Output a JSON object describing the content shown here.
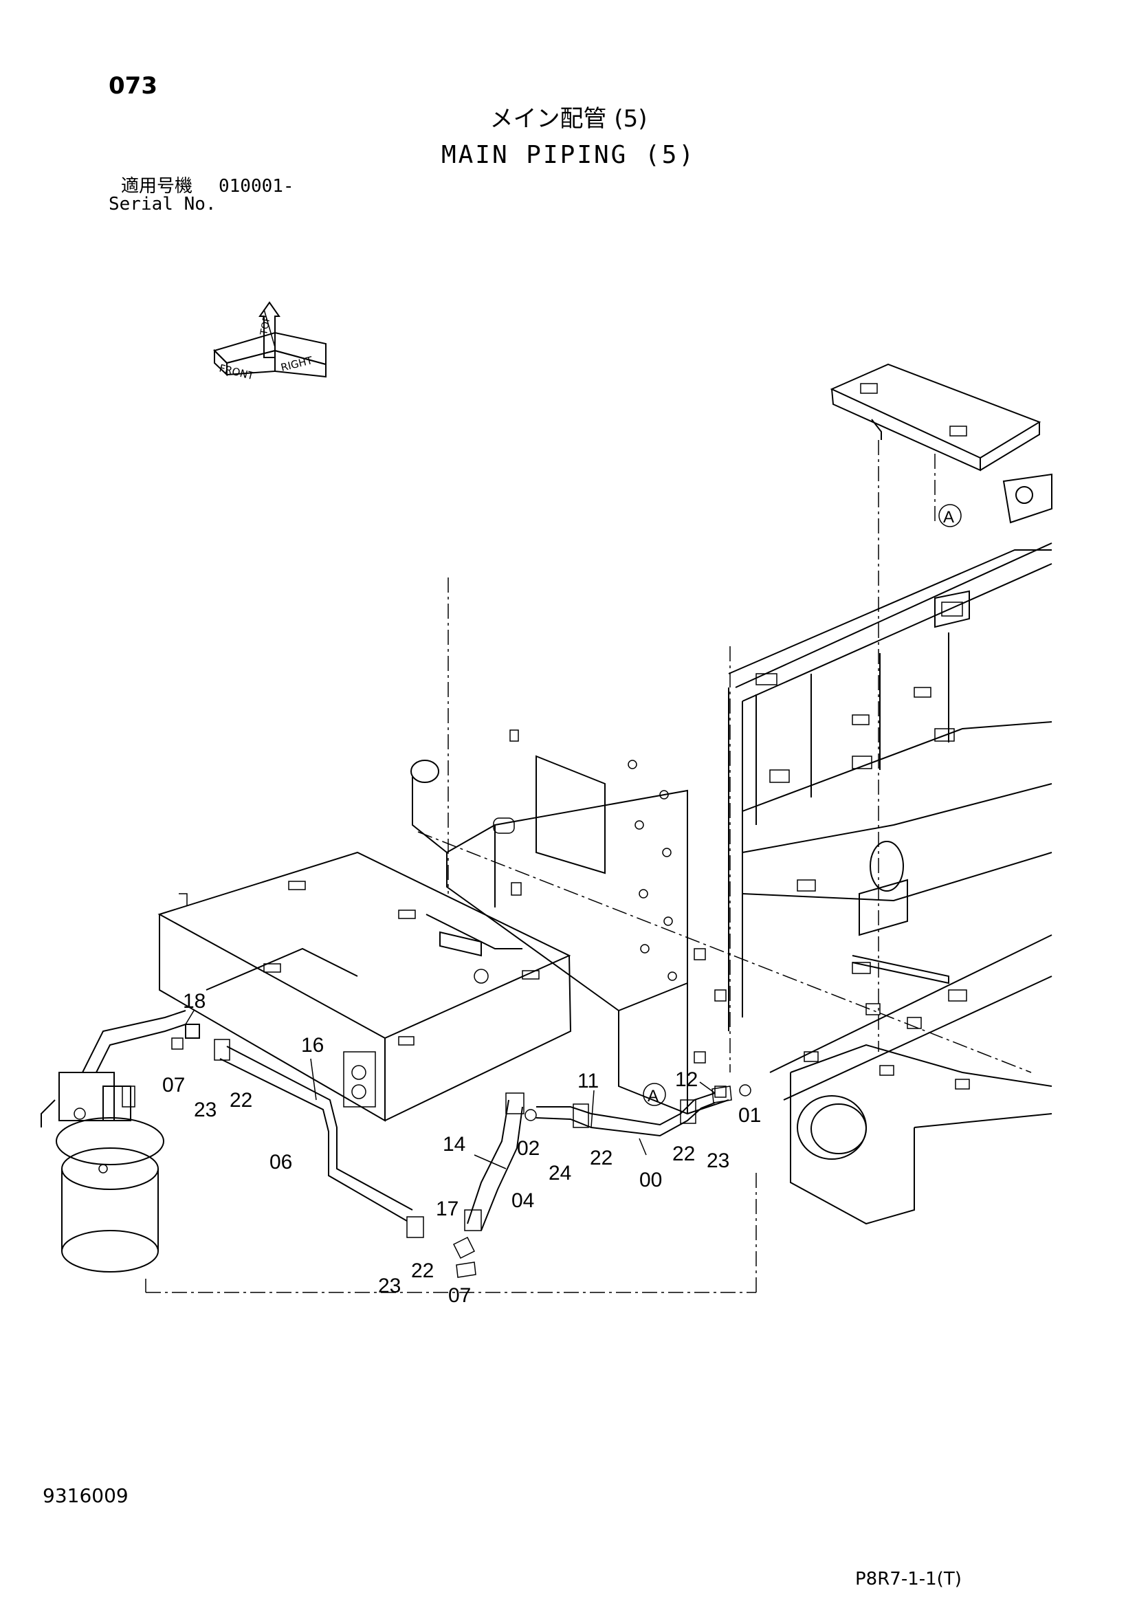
{
  "header": {
    "page_number": "073",
    "title_ja": "メイン配管 (5)",
    "title_en": "MAIN PIPING (5)",
    "serial_label_ja": "適用号機",
    "serial_label_en": "Serial No.",
    "serial_value": "010001-"
  },
  "orientation_icon": {
    "labels": [
      "TOP",
      "FRONT",
      "RIGHT"
    ]
  },
  "diagram": {
    "reference_marker": "A",
    "callouts": {
      "c18": "18",
      "c07a": "07",
      "c23a": "23",
      "c22a": "22",
      "c16": "16",
      "c06": "06",
      "c14": "14",
      "c17": "17",
      "c04": "04",
      "c23b": "23",
      "c22b": "22",
      "c07b": "07",
      "c11": "11",
      "c02": "02",
      "c24": "24",
      "c22c": "22",
      "c00": "00",
      "c22d": "22",
      "c23c": "23",
      "c12": "12",
      "c01": "01"
    }
  },
  "footer": {
    "doc_code": "9316009",
    "page_ref": "P8R7-1-1(T)"
  }
}
